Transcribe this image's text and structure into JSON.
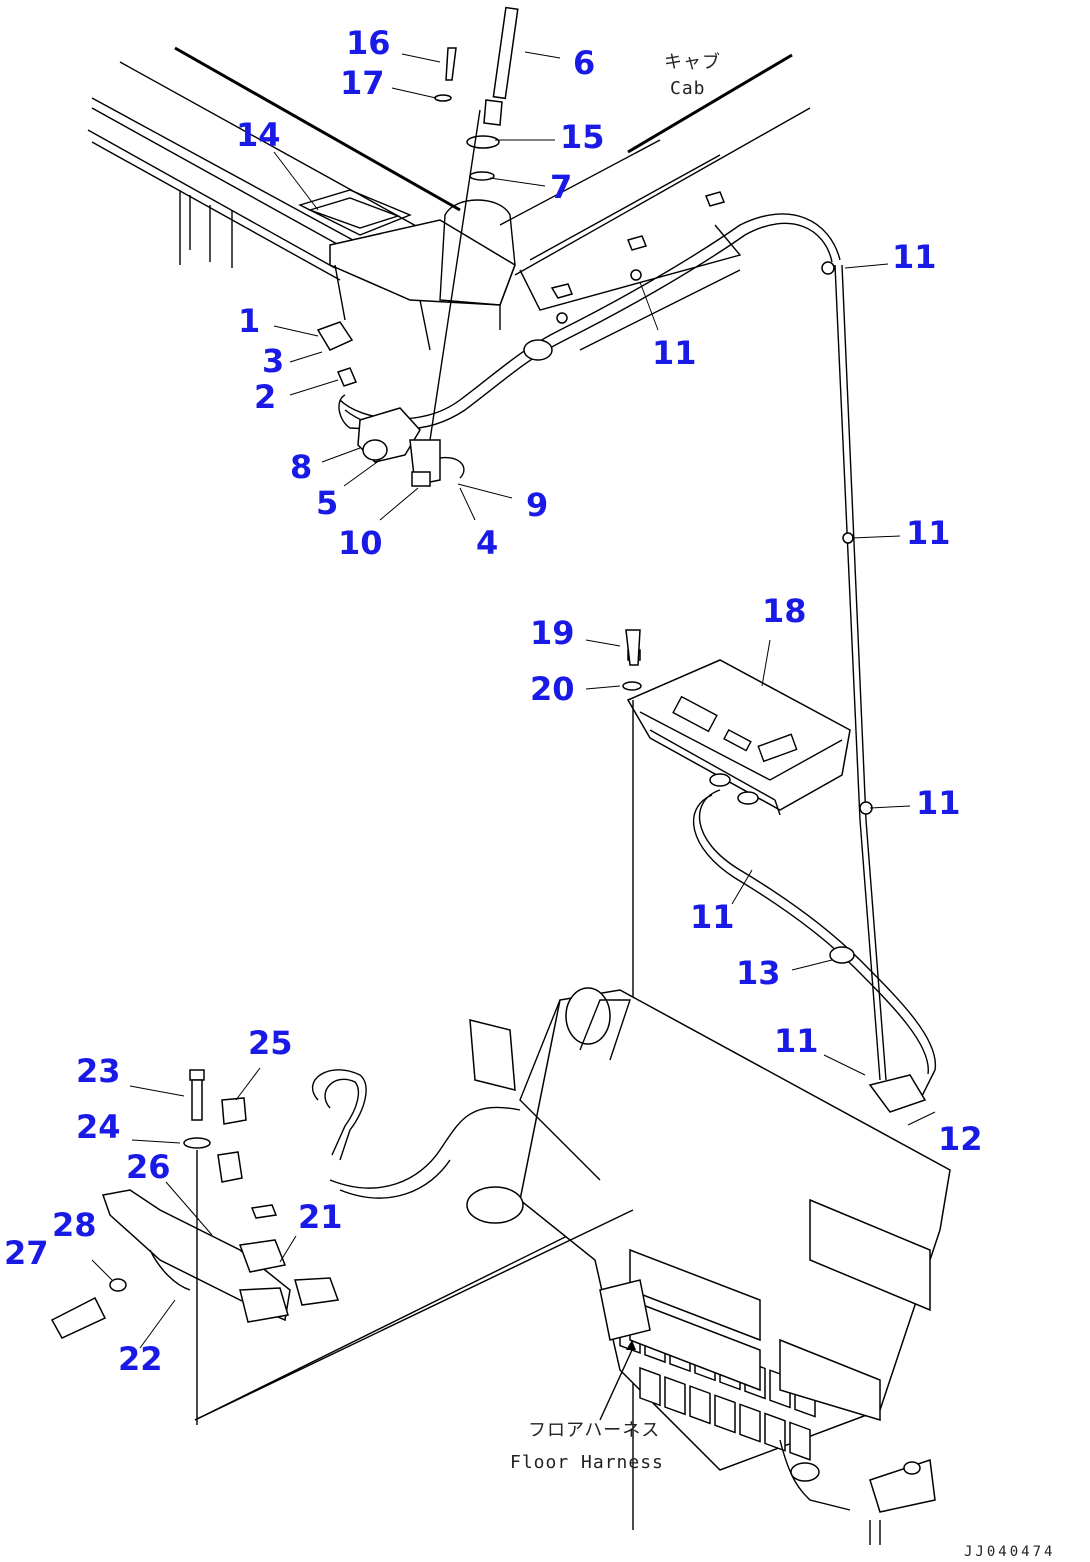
{
  "colors": {
    "callout": "#1a1ae6",
    "line": "#000000",
    "background": "#ffffff"
  },
  "annotations": {
    "cab_ja": "キャブ",
    "cab_en": "Cab",
    "floor_ja": "フロアハーネス",
    "floor_en": "Floor Harness",
    "drawing_code": "JJ040474"
  },
  "callouts": [
    {
      "label": "16"
    },
    {
      "label": "6"
    },
    {
      "label": "17"
    },
    {
      "label": "15"
    },
    {
      "label": "14"
    },
    {
      "label": "7"
    },
    {
      "label": "11"
    },
    {
      "label": "1"
    },
    {
      "label": "11"
    },
    {
      "label": "3"
    },
    {
      "label": "2"
    },
    {
      "label": "8"
    },
    {
      "label": "9"
    },
    {
      "label": "5"
    },
    {
      "label": "10"
    },
    {
      "label": "4"
    },
    {
      "label": "11"
    },
    {
      "label": "18"
    },
    {
      "label": "19"
    },
    {
      "label": "20"
    },
    {
      "label": "11"
    },
    {
      "label": "11"
    },
    {
      "label": "13"
    },
    {
      "label": "25"
    },
    {
      "label": "11"
    },
    {
      "label": "23"
    },
    {
      "label": "12"
    },
    {
      "label": "24"
    },
    {
      "label": "26"
    },
    {
      "label": "21"
    },
    {
      "label": "28"
    },
    {
      "label": "27"
    },
    {
      "label": "22"
    }
  ]
}
